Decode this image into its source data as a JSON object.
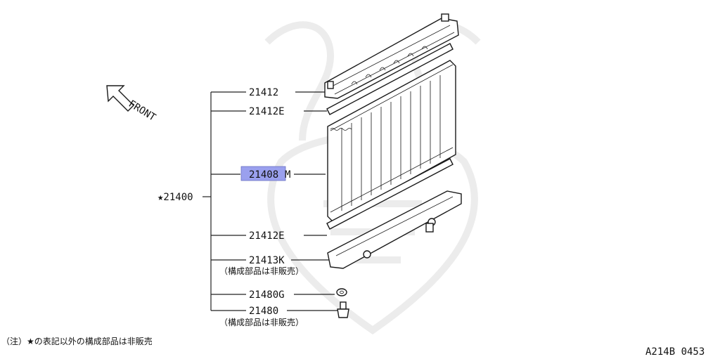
{
  "diagram": {
    "front_label": "FRONT",
    "assembly_label": "★21400",
    "parts": [
      {
        "id": "21412",
        "label": "21412",
        "note": ""
      },
      {
        "id": "21412E-top",
        "label": "21412E",
        "note": ""
      },
      {
        "id": "21408M",
        "label": "21408",
        "suffix": "M",
        "note": "",
        "highlighted": true
      },
      {
        "id": "21412E-bottom",
        "label": "21412E",
        "note": ""
      },
      {
        "id": "21413K",
        "label": "21413K",
        "note": "（構成部品は非販売）"
      },
      {
        "id": "21480G",
        "label": "21480G",
        "note": ""
      },
      {
        "id": "21480",
        "label": "21480",
        "note": "（構成部品は非販売）"
      }
    ],
    "footnote": "（注）★の表記以外の構成部品は非販売",
    "figure_code": "A214B 0453",
    "highlight_color": "#9aa0ee"
  }
}
